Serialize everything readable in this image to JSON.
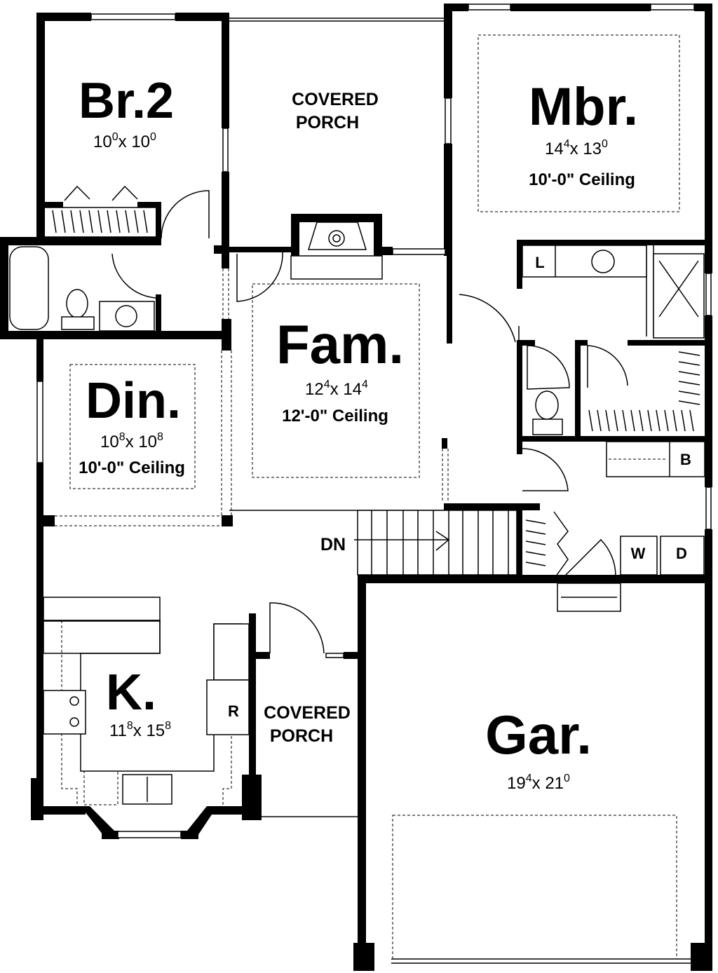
{
  "rooms": {
    "br2": {
      "name": "Br.2",
      "w": "10",
      "w_sup": "0",
      "sep": "x ",
      "l": "10",
      "l_sup": "0"
    },
    "mbr": {
      "name": "Mbr.",
      "w": "14",
      "w_sup": "4",
      "sep": "x ",
      "l": "13",
      "l_sup": "0",
      "ceiling": "10'-0\" Ceiling"
    },
    "fam": {
      "name": "Fam.",
      "w": "12",
      "w_sup": "4",
      "sep": "x ",
      "l": "14",
      "l_sup": "4",
      "ceiling": "12'-0\" Ceiling"
    },
    "din": {
      "name": "Din.",
      "w": "10",
      "w_sup": "8",
      "sep": "x ",
      "l": "10",
      "l_sup": "8",
      "ceiling": "10'-0\" Ceiling"
    },
    "kitchen": {
      "name": "K.",
      "w": "11",
      "w_sup": "8",
      "sep": "x ",
      "l": "15",
      "l_sup": "8"
    },
    "garage": {
      "name": "Gar.",
      "w": "19",
      "w_sup": "4",
      "sep": "x ",
      "l": "21",
      "l_sup": "0"
    }
  },
  "porches": {
    "rear": {
      "line1": "COVERED",
      "line2": "PORCH"
    },
    "front": {
      "line1": "COVERED",
      "line2": "PORCH"
    }
  },
  "labels": {
    "stairs": "DN",
    "linen": "L",
    "bench": "B",
    "washer": "W",
    "dryer": "D",
    "refrigerator": "R"
  }
}
